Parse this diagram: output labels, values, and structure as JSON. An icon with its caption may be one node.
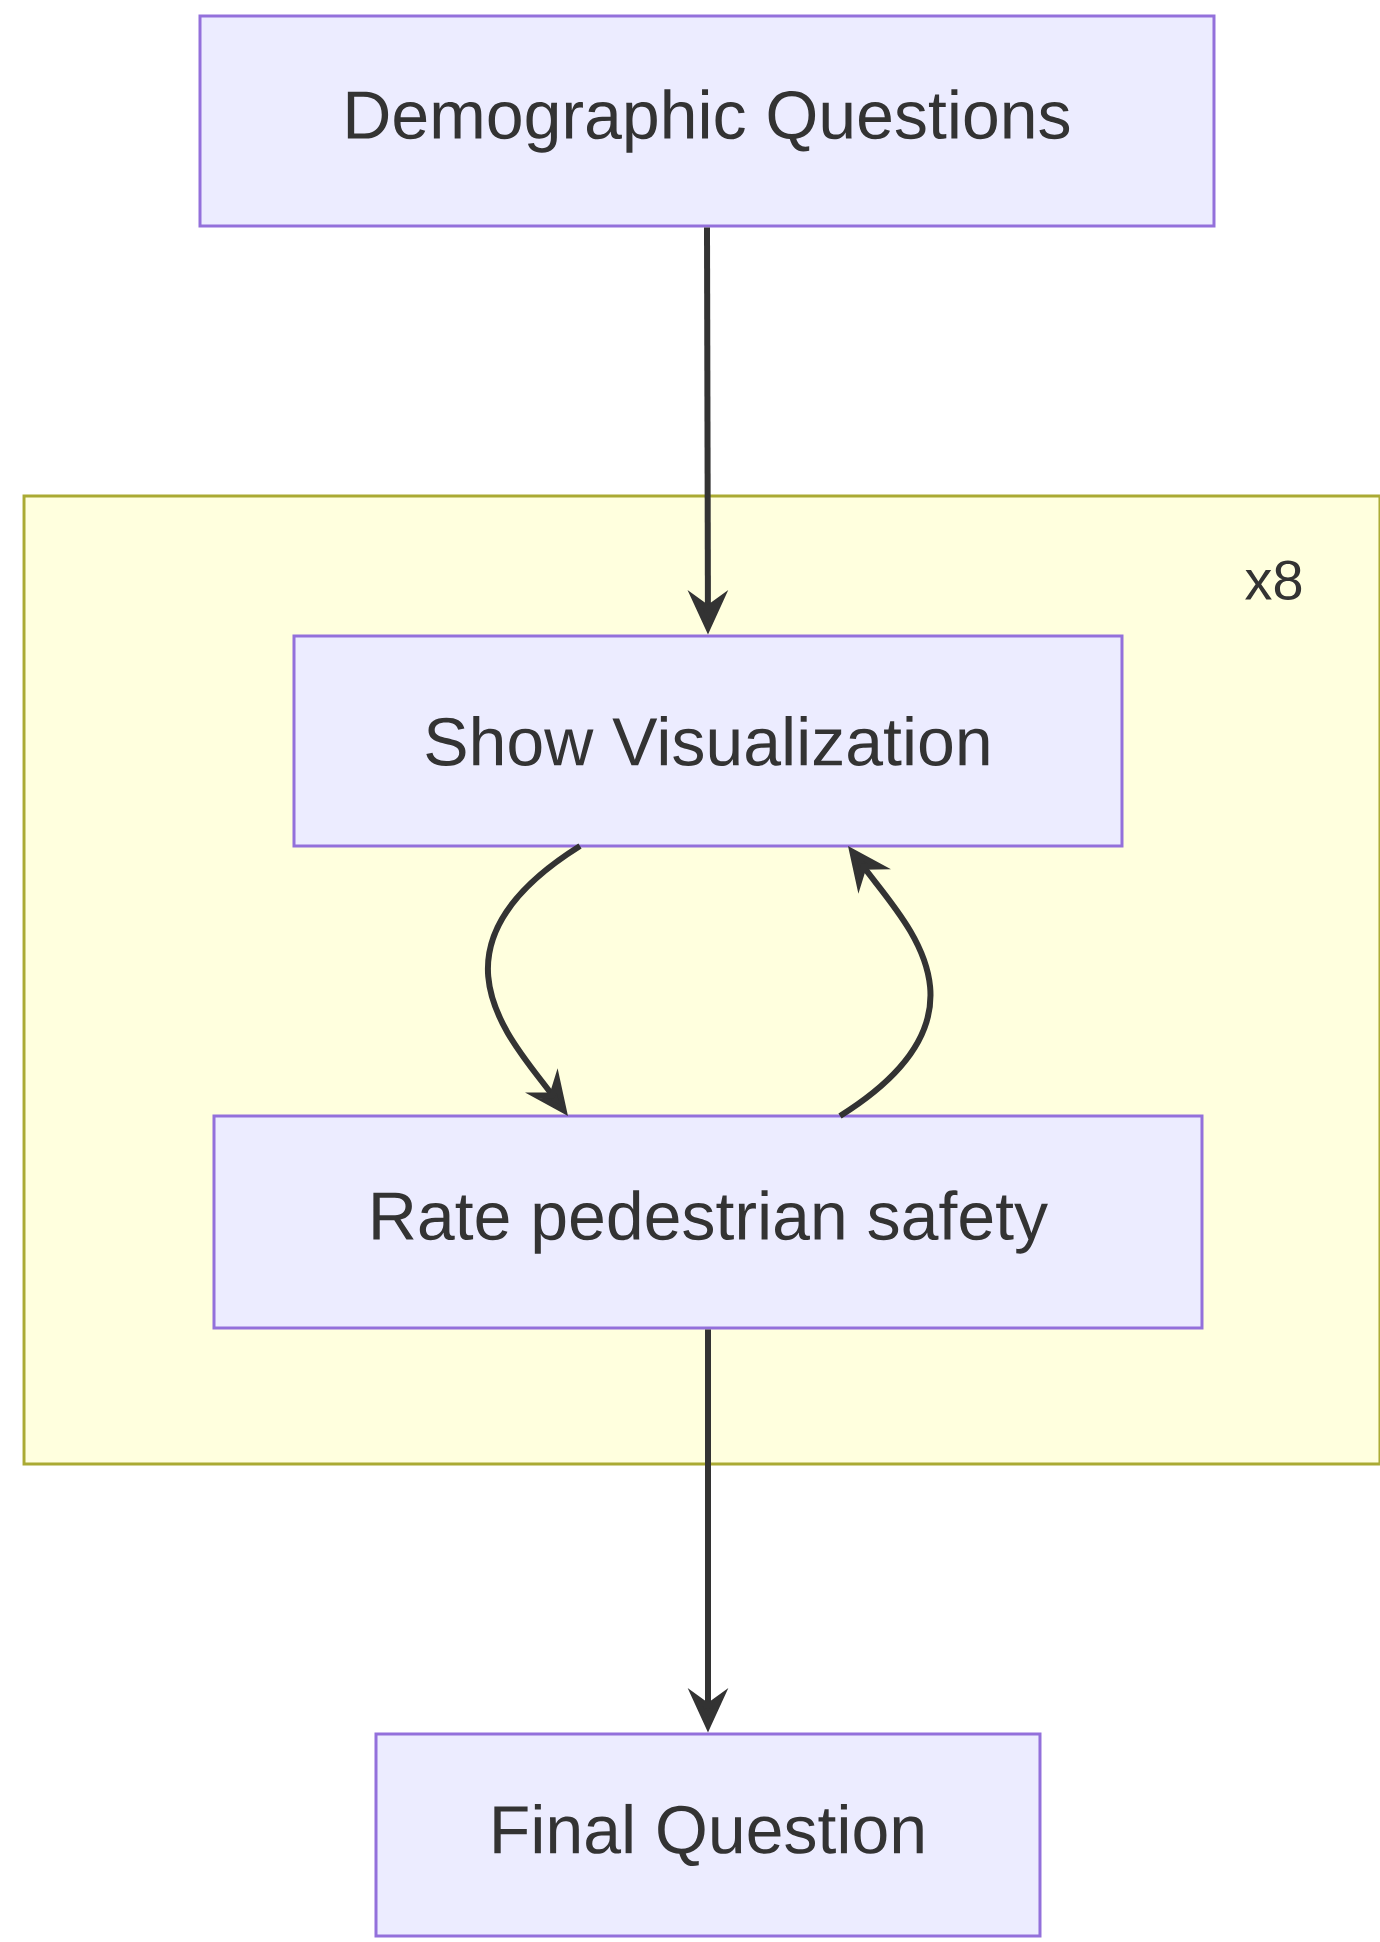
{
  "diagram": {
    "nodes": [
      {
        "text": [
          "Demographic Questions"
        ]
      },
      {
        "text": [
          "x8"
        ]
      },
      {
        "text": [
          "Show Visualization"
        ],
        "in": 1
      },
      {
        "text": [
          "Rate pedestrian safety"
        ],
        "in": 1
      },
      {
        "text": [
          "Final Question"
        ]
      }
    ],
    "edges": [
      {
        "from": 0,
        "to": 2,
        "arrow": "to"
      },
      {
        "from": 2,
        "to": 3,
        "arrow": "to"
      },
      {
        "from": 3,
        "to": 2,
        "arrow": "to"
      },
      {
        "from": 3,
        "to": 4,
        "arrow": "to"
      }
    ]
  }
}
